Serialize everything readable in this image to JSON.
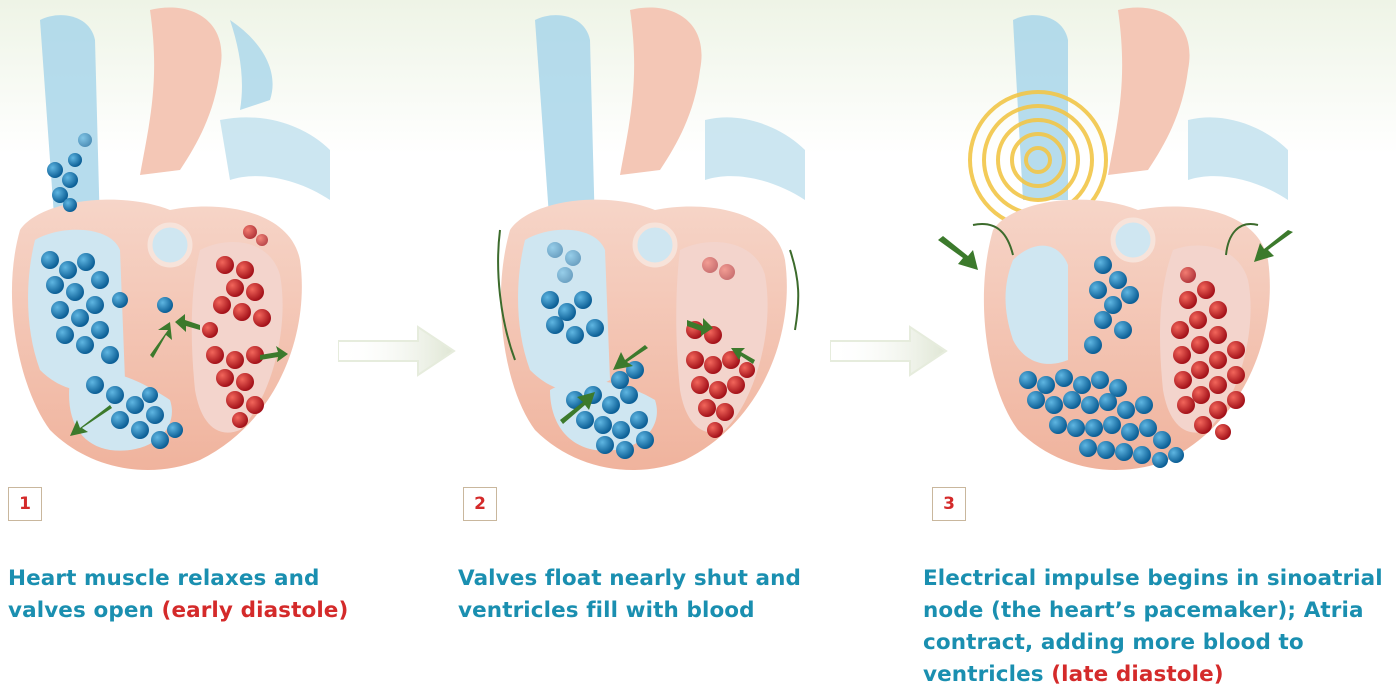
{
  "steps": [
    {
      "number": "1",
      "caption": "Heart muscle relaxes and valves open ",
      "highlight": "(early diastole)"
    },
    {
      "number": "2",
      "caption": "Valves float nearly shut and ventricles fill with blood",
      "highlight": ""
    },
    {
      "number": "3",
      "caption": "Electrical impulse begins in sinoatrial node (the heart’s pacemaker); Atria contract, adding more blood to ventricles ",
      "highlight": "(late diastole)"
    }
  ],
  "colors": {
    "caption": "#1a8fb0",
    "highlight": "#d42a2a",
    "deoxygenated_blood": "#1c7fb8",
    "oxygenated_blood": "#d9232a",
    "heart_tissue": "#f4c3b0",
    "vessel": "#a9d6ea",
    "flow_arrow": "#3c7a2c",
    "impulse": "#f2c648"
  }
}
